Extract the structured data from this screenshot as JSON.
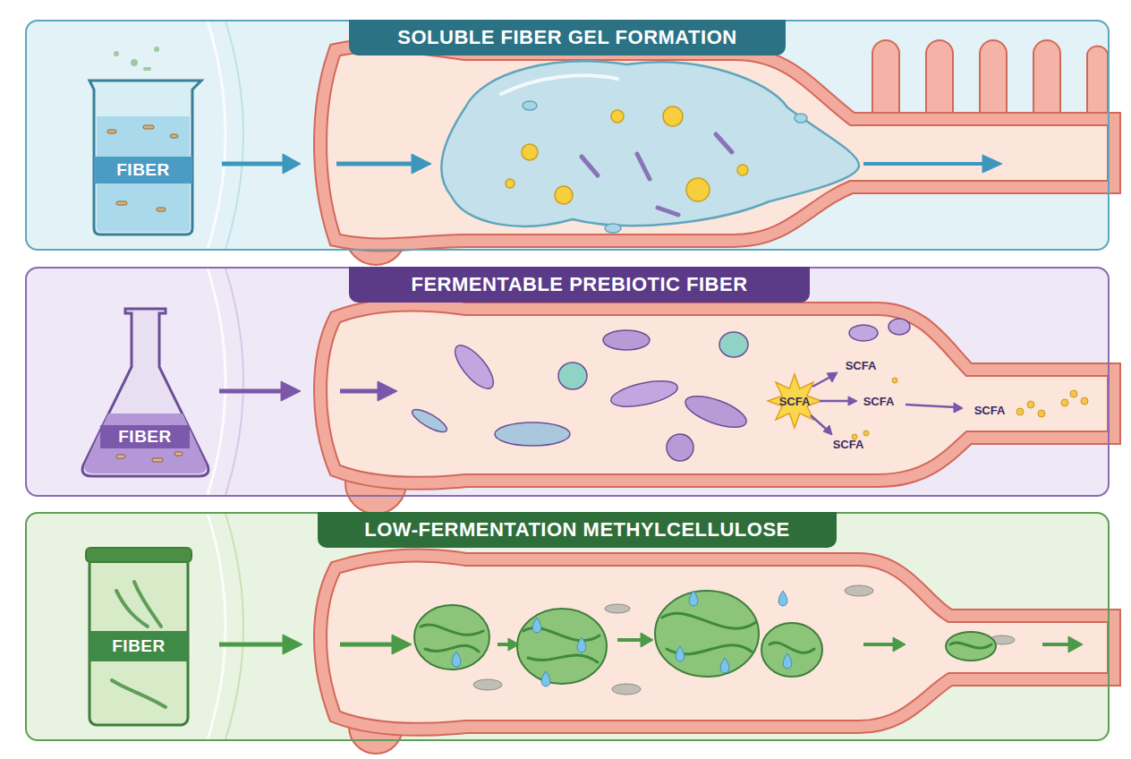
{
  "diagram": {
    "nodes": [
      {
        "text": [
          "SOLUBLE FIBER GEL FORMATION"
        ]
      },
      {
        "text": [
          "FIBER"
        ],
        "in": 0
      },
      {
        "text": [
          "FERMENTABLE PREBIOTIC FIBER"
        ]
      },
      {
        "text": [
          "FIBER"
        ],
        "in": 2
      },
      {
        "text": [
          "LOW-FERMENTATION METHYLCELLULOSE"
        ]
      },
      {
        "text": [
          "FIBER"
        ],
        "in": 4
      }
    ],
    "labels": [
      "SCFA",
      "SCFA",
      "SCFA",
      "SCFA",
      "SCFA"
    ]
  }
}
